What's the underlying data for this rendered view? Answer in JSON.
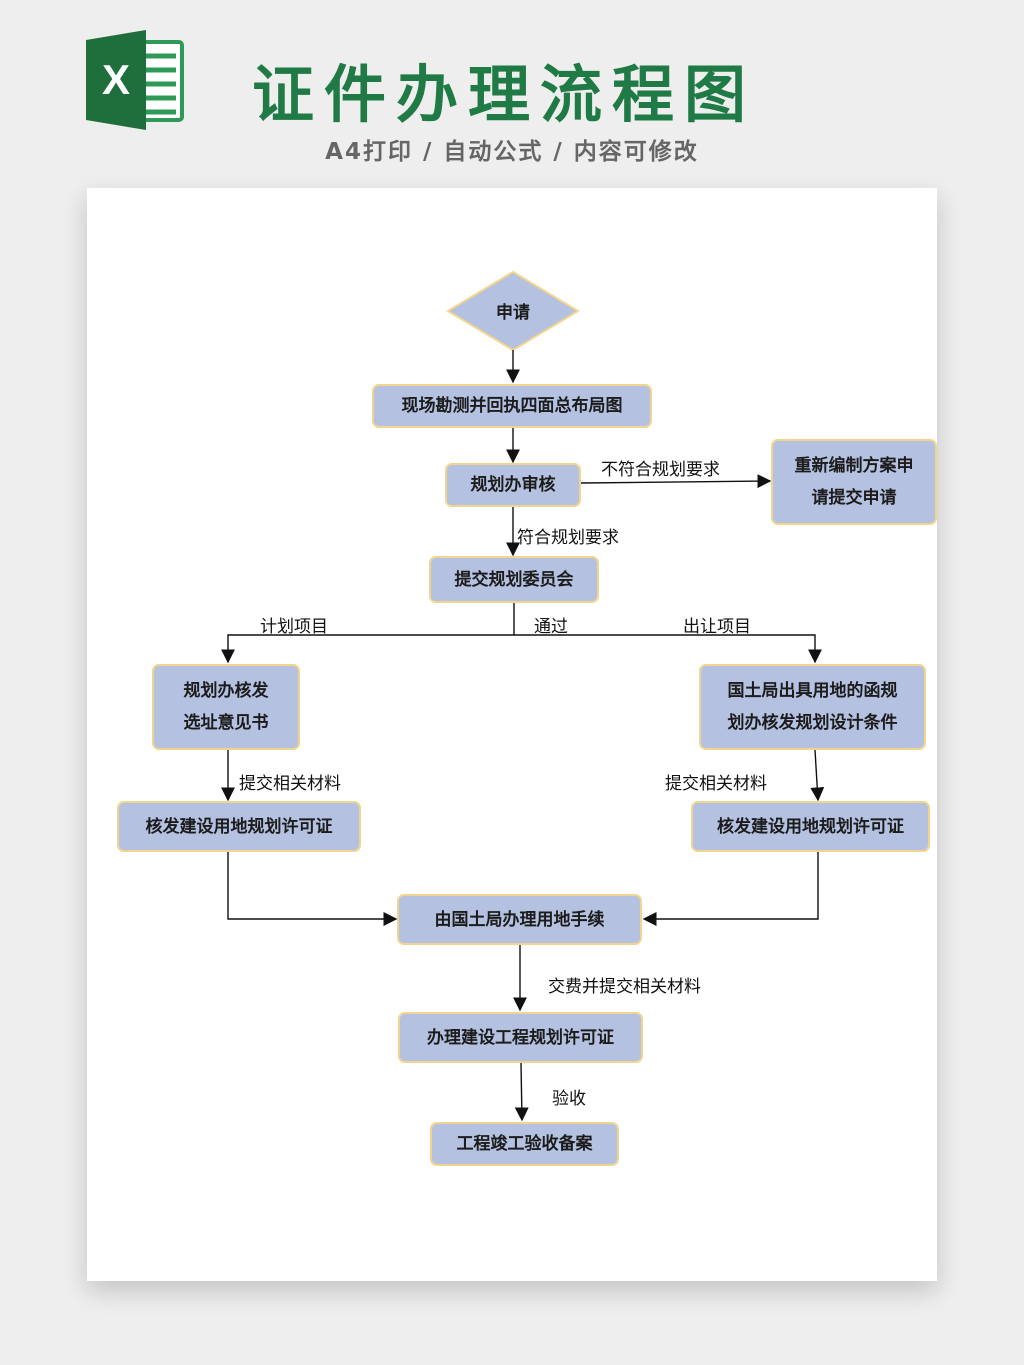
{
  "header": {
    "title": "证件办理流程图",
    "subtitle": "A4打印 / 自动公式 / 内容可修改",
    "logo_letter": "X"
  },
  "colors": {
    "node_fill": "#b4c1e1",
    "node_border": "#f1d58e",
    "title": "#1f7a45",
    "logo_dark": "#1e6f3c",
    "logo_light": "#2f9a58"
  },
  "flow": {
    "start": "申请",
    "survey": "现场勘测并回执四面总布局图",
    "review": "规划办审核",
    "resubmit": "重新编制方案申\n请提交申请",
    "committee": "提交规划委员会",
    "plan_site": "规划办核发\n选址意见书",
    "land_func": "国土局出具用地的函规\n划办核发规划设计条件",
    "permit_left": "核发建设用地规划许可证",
    "permit_right": "核发建设用地规划许可证",
    "land_proc": "由国土局办理用地手续",
    "build_permit": "办理建设工程规划许可证",
    "accept": "工程竣工验收备案"
  },
  "labels": {
    "not_comply": "不符合规划要求",
    "comply": "符合规划要求",
    "plan_project": "计划项目",
    "pass": "通过",
    "transfer_project": "出让项目",
    "submit_left": "提交相关材料",
    "submit_right": "提交相关材料",
    "fee": "交费并提交相关材料",
    "inspect": "验收"
  }
}
